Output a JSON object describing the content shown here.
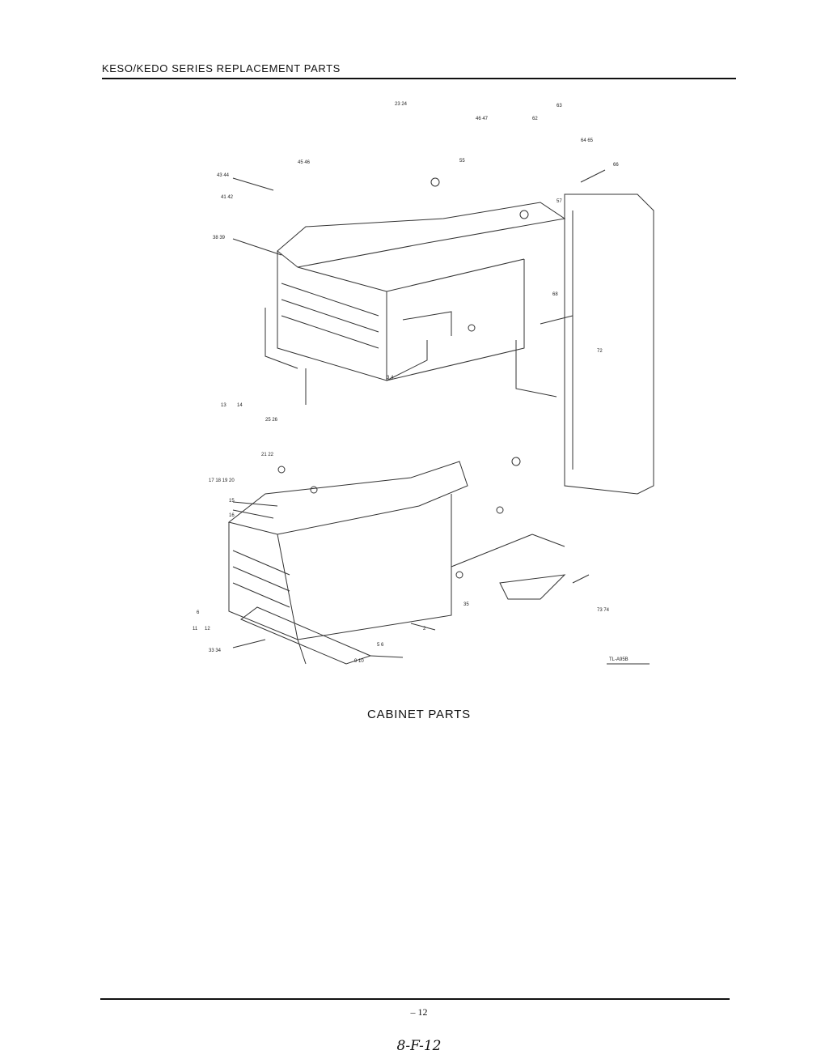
{
  "document": {
    "header": "KESO/KEDO SERIES REPLACEMENT PARTS",
    "caption": "CABINET PARTS",
    "page_number": "– 12",
    "handwritten_code": "8-F-12"
  },
  "diagram": {
    "figure_code": "TL-A95B",
    "callouts": [
      "43 44",
      "45 46",
      "38 39",
      "15",
      "16",
      "17 18 19 20",
      "21 22",
      "23 24",
      "25 26",
      "41 42",
      "46 47",
      "64 65",
      "66",
      "55",
      "57",
      "63",
      "62",
      "68",
      "72",
      "73 74",
      "6",
      "11",
      "12",
      "13",
      "14",
      "3 4",
      "5 6",
      "9 10",
      "2",
      "33 34",
      "35"
    ]
  }
}
